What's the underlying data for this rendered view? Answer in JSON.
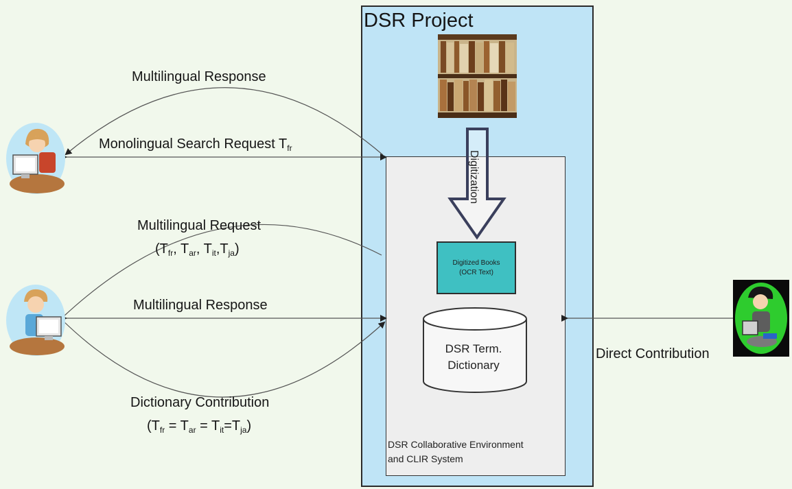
{
  "project": {
    "title": "DSR Project"
  },
  "environment": {
    "label_line1": "DSR Collaborative Environment",
    "label_line2": "and CLIR System"
  },
  "digitized_books": {
    "line1": "Digitized Books",
    "line2": "(OCR Text)"
  },
  "dictionary": {
    "line1": "DSR Term.",
    "line2": "Dictionary"
  },
  "digitization": {
    "label": "Digitization"
  },
  "arrows_user1": {
    "multilingual_response": "Multilingual Response",
    "monolingual_request": "Monolingual Search Request T",
    "monolingual_request_sub": "fr"
  },
  "arrows_user2": {
    "multilingual_request": "Multilingual Request",
    "request_terms": [
      "T",
      "fr",
      ", T",
      "ar",
      ", T",
      "it",
      ",T",
      "ja"
    ],
    "multilingual_response": "Multilingual Response",
    "dictionary_contribution": "Dictionary Contribution",
    "contribution_terms": [
      "T",
      "fr",
      " = T",
      "ar",
      " = T",
      "it",
      "=T",
      "ja"
    ]
  },
  "right_user": {
    "direct_contribution": "Direct Contribution"
  },
  "colors": {
    "background": "#f1f8ec",
    "project_box": "#bfe4f6",
    "environment_box": "#eeeeee",
    "digitized_box": "#3fc0c2",
    "right_user_bg": "#2ecc2e"
  },
  "icons": [
    "user-woman-computer-icon",
    "user-man-computer-icon",
    "user-contributor-icon",
    "books-shelf-icon",
    "database-cylinder-icon",
    "digitization-arrow-icon"
  ]
}
